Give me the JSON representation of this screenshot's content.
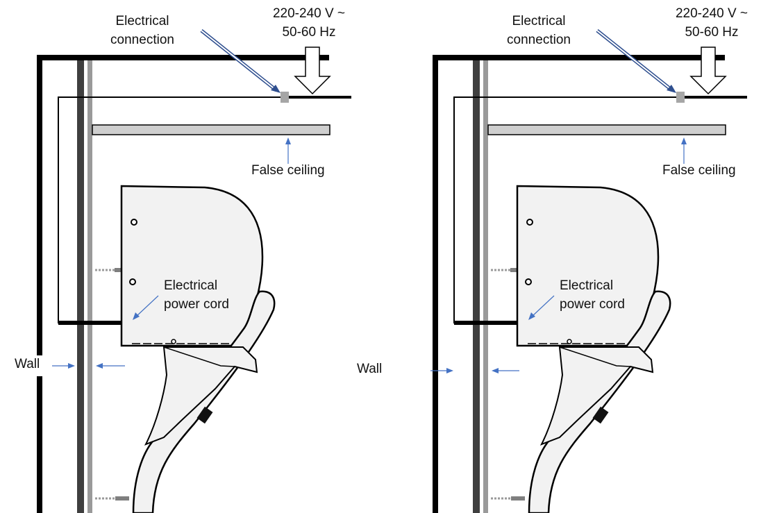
{
  "diagrams": [
    {
      "supply_line1": "220-240 V ~",
      "supply_line2": "50-60 Hz",
      "connection_line1": "Electrical",
      "connection_line2": "connection",
      "false_ceiling": "False ceiling",
      "cord_line1": "Electrical",
      "cord_line2": "power cord",
      "wall": "Wall"
    },
    {
      "supply_line1": "220-240 V ~",
      "supply_line2": "50-60 Hz",
      "connection_line1": "Electrical",
      "connection_line2": "connection",
      "false_ceiling": "False ceiling",
      "cord_line1": "Electrical",
      "cord_line2": "power cord",
      "wall": "Wall"
    }
  ],
  "colors": {
    "line": "#000000",
    "wall_dark": "#3f3f3f",
    "wall_light": "#9a9a9a",
    "ceiling_fill": "#cfcfcf",
    "appliance_fill": "#f2f2f2",
    "arrow_blue": "#4472c4",
    "connector": "#a6a6a6"
  }
}
